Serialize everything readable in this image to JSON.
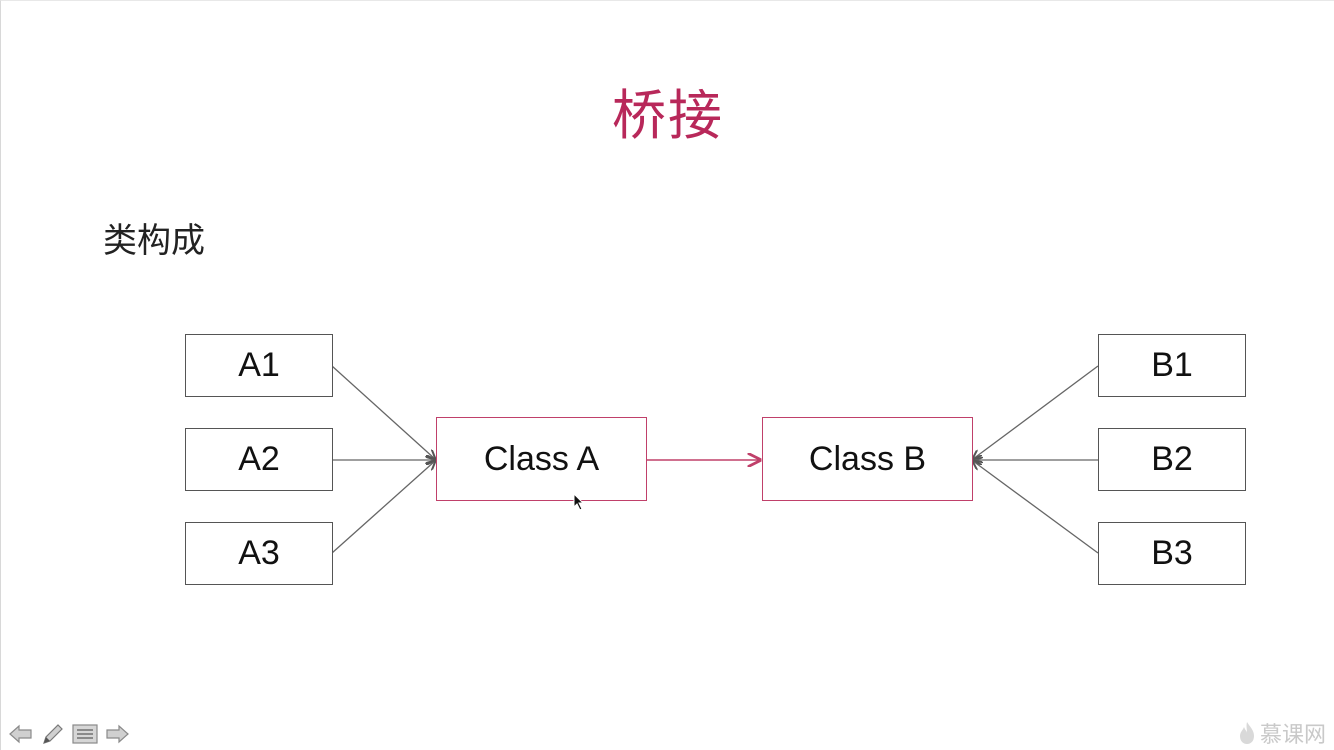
{
  "slide": {
    "title": "桥接",
    "subtitle": "类构成"
  },
  "diagram": {
    "left_nodes": [
      "A1",
      "A2",
      "A3"
    ],
    "core_left": "Class A",
    "core_right": "Class B",
    "right_nodes": [
      "B1",
      "B2",
      "B3"
    ]
  },
  "toolbar": {
    "items": [
      "back-arrow-icon",
      "pen-icon",
      "menu-icon",
      "forward-arrow-icon"
    ]
  },
  "watermark": {
    "text": "慕课网"
  },
  "colors": {
    "accent": "#b8285a",
    "core_border": "#c0406a",
    "node_border": "#555555",
    "connector": "#666666"
  }
}
